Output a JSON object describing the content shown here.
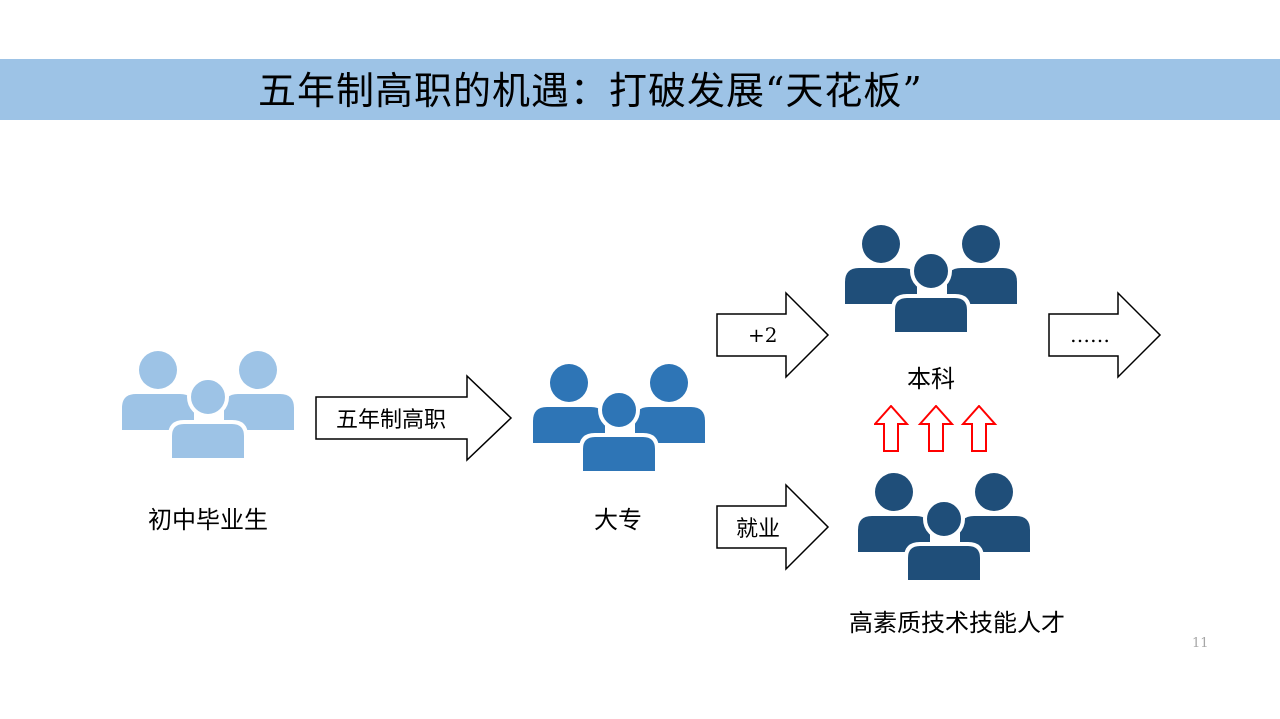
{
  "slide": {
    "title": "五年制高职的机遇：打破发展“天花板”",
    "page_number": "11"
  },
  "nodes": [
    {
      "label": "初中毕业生",
      "icon": "people-group-icon",
      "color": "#9dc3e6"
    },
    {
      "label": "大专",
      "icon": "people-group-icon",
      "color": "#2e75b6"
    },
    {
      "label": "本科",
      "icon": "people-group-icon",
      "color": "#1f4e79"
    },
    {
      "label": "高素质技术技能人才",
      "icon": "people-group-icon",
      "color": "#1f4e79"
    }
  ],
  "arrows": [
    {
      "label": "五年制高职"
    },
    {
      "label": "+2"
    },
    {
      "label": "就业"
    },
    {
      "label": "……"
    }
  ],
  "upward_arrows": {
    "count": 3,
    "color": "#ff0000"
  },
  "colors": {
    "title_bar": "#9dc3e6"
  }
}
